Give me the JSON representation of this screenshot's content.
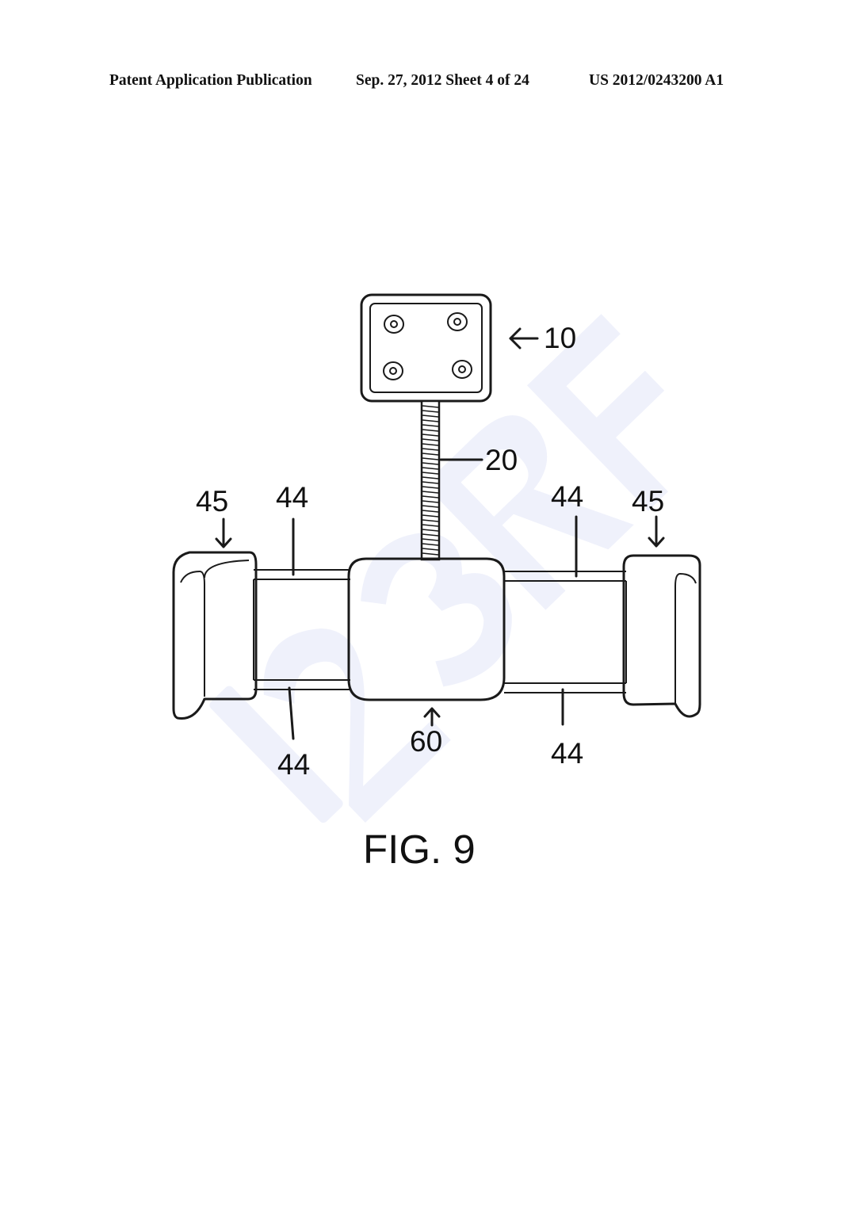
{
  "header": {
    "publication": "Patent Application Publication",
    "date_sheet": "Sep. 27, 2012   Sheet 4 of 24",
    "number": "US 2012/0243200 A1"
  },
  "figure": {
    "caption": "FIG. 9",
    "labels": {
      "ref_10": "10",
      "ref_20": "20",
      "ref_45_left": "45",
      "ref_45_right": "45",
      "ref_44_top_left": "44",
      "ref_44_top_right": "44",
      "ref_44_bottom_left": "44",
      "ref_44_bottom_right": "44",
      "ref_60": "60"
    }
  },
  "watermark": {
    "text": "123RF",
    "color": "#eef0fb"
  },
  "colors": {
    "ink": "#1a1a1a",
    "paper": "#ffffff"
  }
}
